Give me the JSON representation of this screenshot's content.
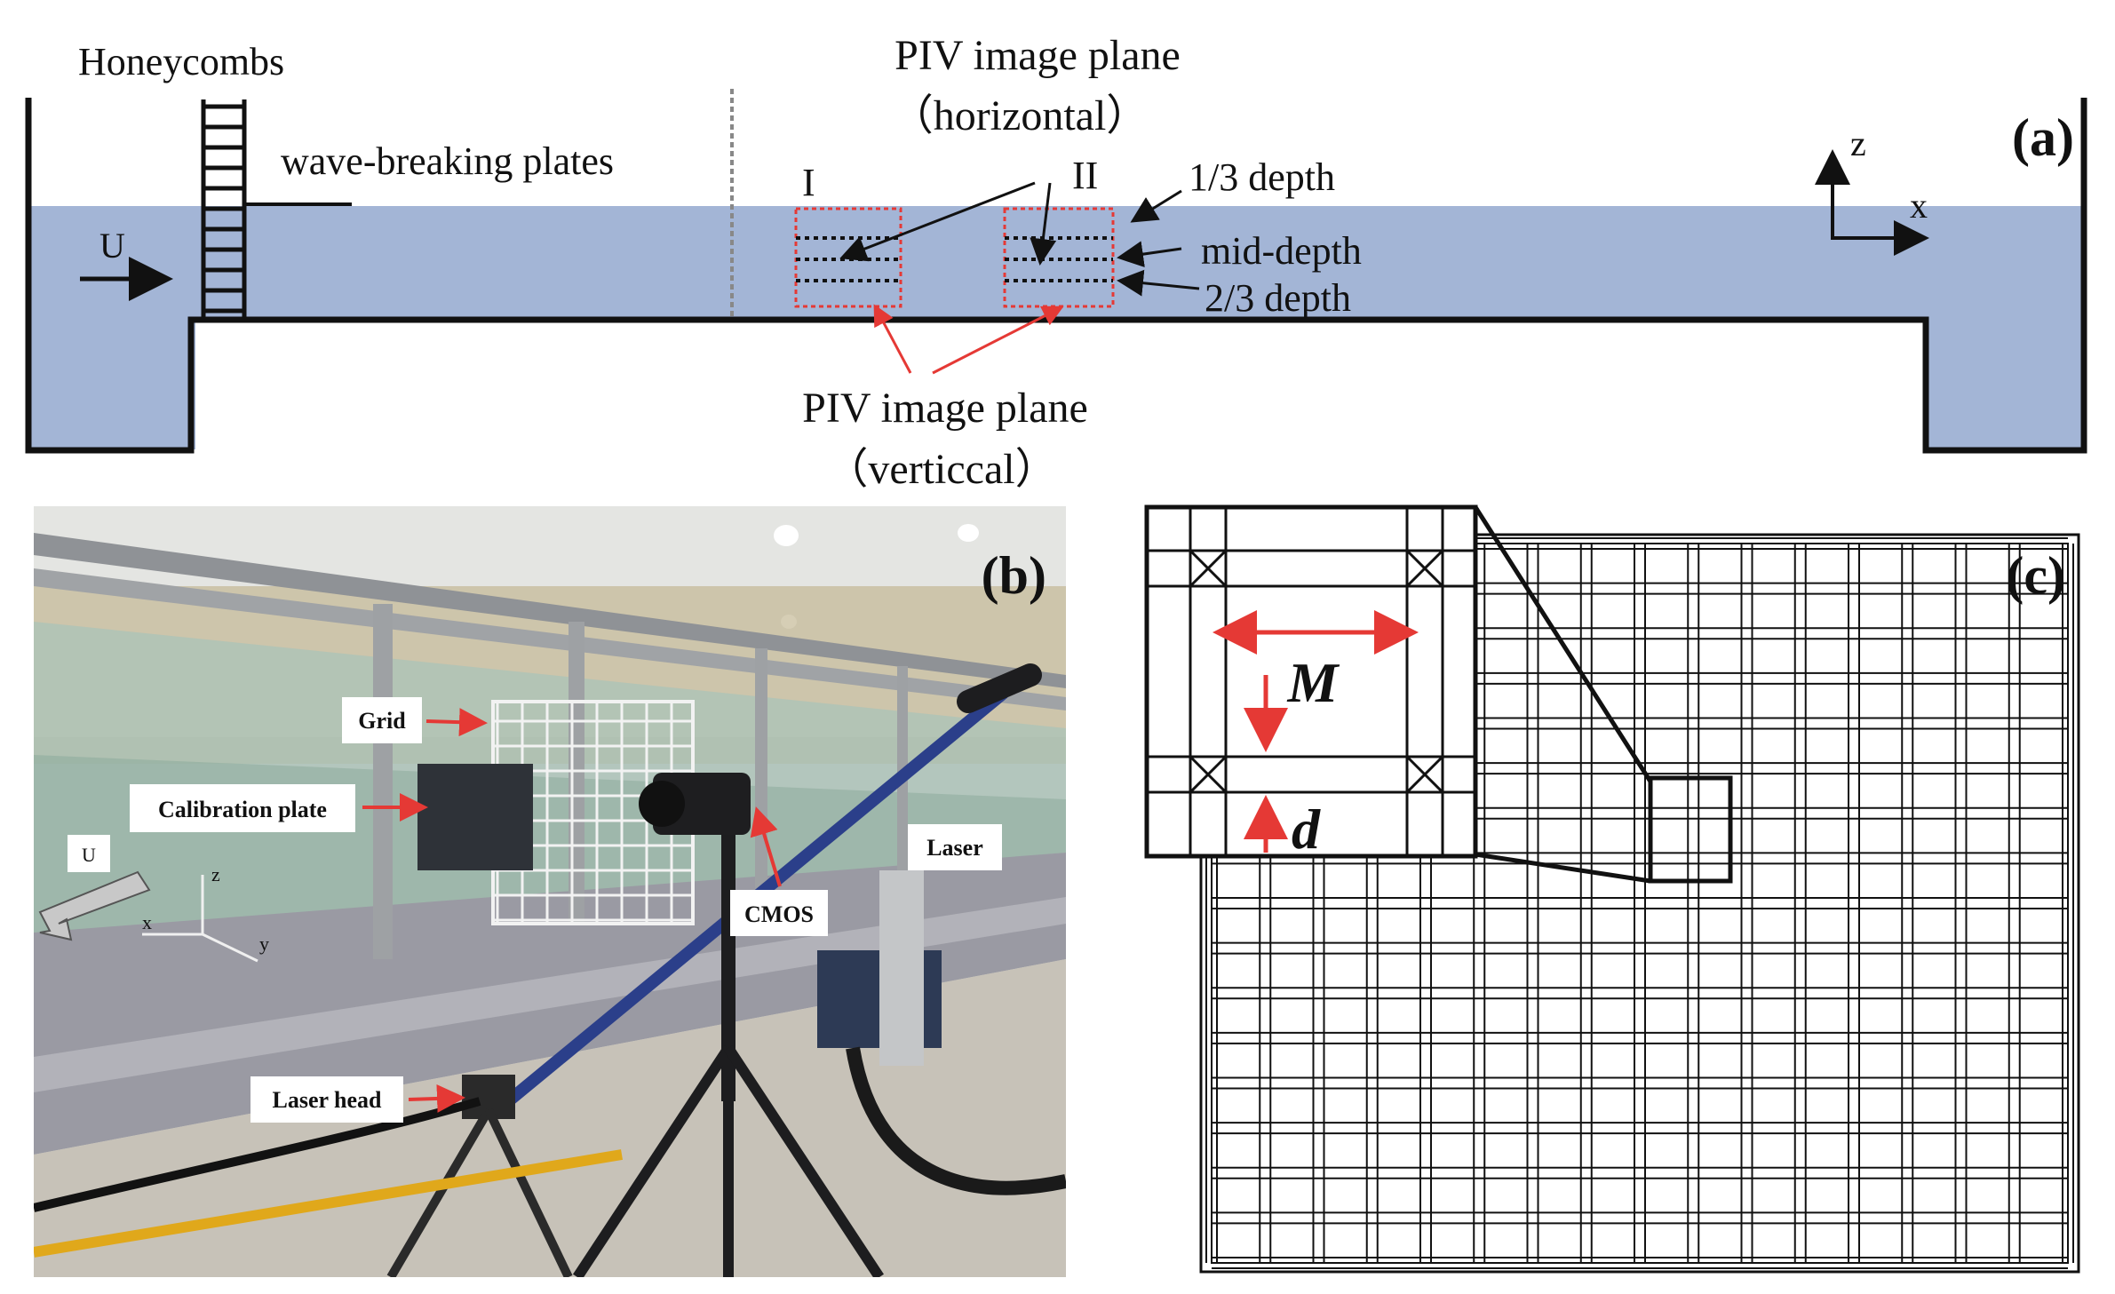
{
  "panel_a": {
    "panel_label": "(a)",
    "honeycombs": "Honeycombs",
    "wave_breaking": "wave-breaking plates",
    "piv_horizontal_line1": "PIV image plane",
    "piv_horizontal_line2": "（horizontal）",
    "roman_1": "I",
    "roman_2": "II",
    "depth_1_3": "1/3 depth",
    "depth_mid": "mid-depth",
    "depth_2_3": "2/3 depth",
    "piv_vertical_line1": "PIV image plane",
    "piv_vertical_line2": "（verticcal）",
    "flow_label": "U",
    "axis_z": "z",
    "axis_x": "x",
    "water_color": "#a3b5d6",
    "piv_box_color": "#e53935"
  },
  "panel_b": {
    "panel_label": "(b)",
    "grid": "Grid",
    "calibration_plate": "Calibration plate",
    "flow_label": "U",
    "laser": "Laser",
    "cmos": "CMOS",
    "laser_head": "Laser head",
    "axis_x": "x",
    "axis_y": "y",
    "axis_z": "z",
    "arrow_color": "#e53935"
  },
  "panel_c": {
    "panel_label": "(c)",
    "label_M": "M",
    "label_d": "d",
    "grid_cells": 16,
    "arrow_color": "#e53935"
  }
}
